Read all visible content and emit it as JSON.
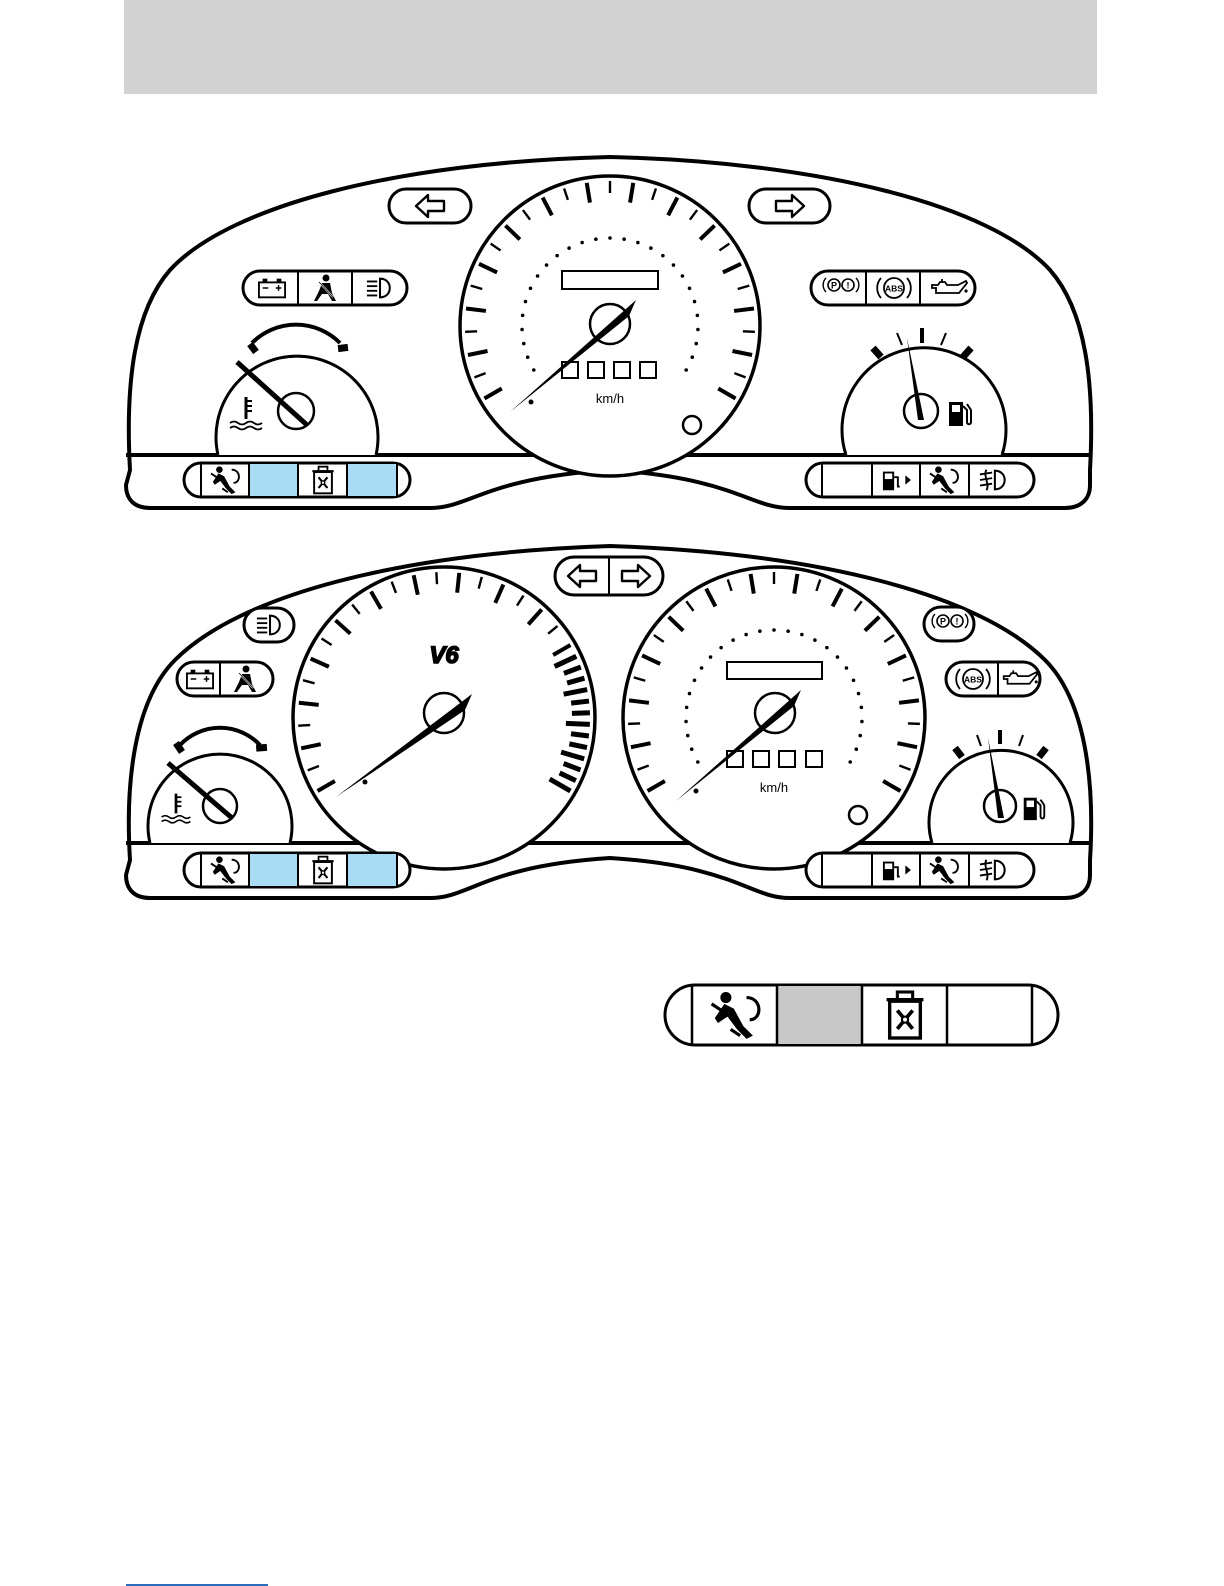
{
  "colors": {
    "highlight": "#a8dcf5",
    "strip_gray": "#c8c8c8",
    "header_gray": "#d2d2d2",
    "outline": "#000000"
  },
  "cluster_1": {
    "speed_unit": "km/h",
    "top_left_indicators": [
      "battery-icon",
      "seatbelt-icon",
      "headlamp-icon"
    ],
    "top_right_indicators": [
      "brake-icon",
      "abs-icon",
      "oil-pressure-icon"
    ],
    "bottom_left_strip": [
      "airbag-icon",
      "blank-highlight",
      "fan-module-icon",
      "blank-highlight"
    ],
    "bottom_right_strip": [
      "blank",
      "fuel-door-icon",
      "airbag-icon",
      "fog-lamp-icon"
    ],
    "turn_signals": [
      "left-arrow-icon",
      "right-arrow-icon"
    ]
  },
  "cluster_2": {
    "speed_unit": "km/h",
    "engine_badge": "V6",
    "top_left_indicators": [
      "headlamp-icon",
      "battery-icon",
      "seatbelt-icon"
    ],
    "top_right_indicators": [
      "brake-icon",
      "abs-icon",
      "oil-pressure-icon"
    ],
    "bottom_left_strip": [
      "airbag-icon",
      "blank-highlight",
      "fan-module-icon",
      "blank-highlight"
    ],
    "bottom_right_strip": [
      "blank",
      "fuel-door-icon",
      "airbag-icon",
      "fog-lamp-icon"
    ],
    "turn_signals": [
      "left-arrow-icon",
      "right-arrow-icon"
    ]
  },
  "detail_strip": [
    "airbag-icon",
    "gray-cell",
    "fan-module-icon",
    "blank"
  ]
}
